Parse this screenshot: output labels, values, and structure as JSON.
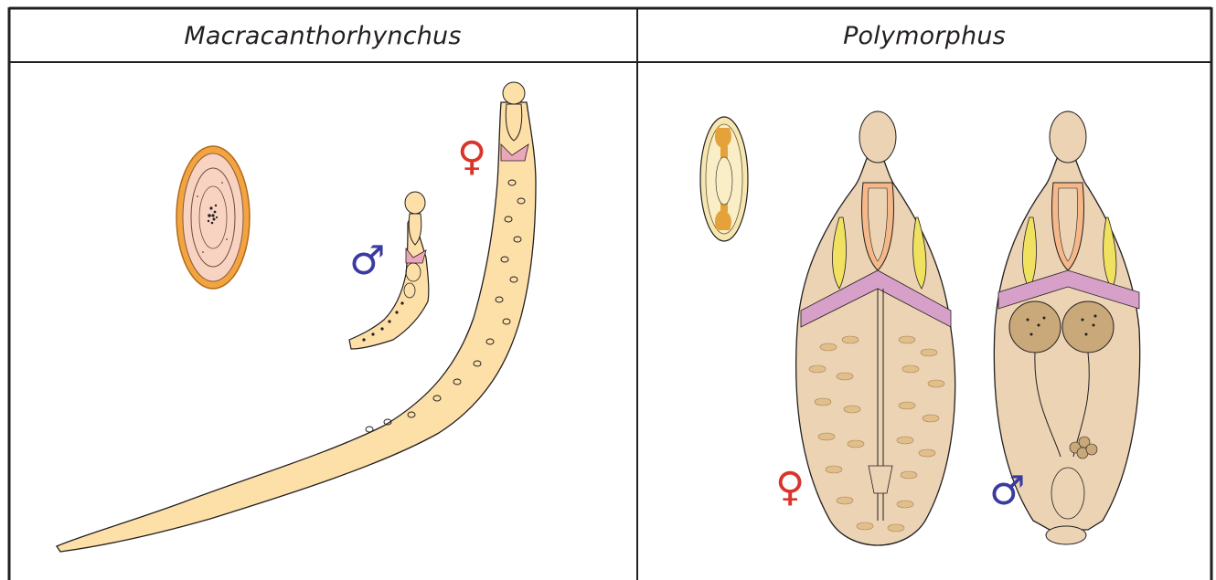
{
  "columns": [
    {
      "title": "Macracanthorhynchus"
    },
    {
      "title": "Polymorphus"
    }
  ],
  "symbols": {
    "female": "♀",
    "male": "♂"
  },
  "colors": {
    "border": "#231f20",
    "worm_body": "#fddfa8",
    "egg_outer": "#f2a441",
    "egg_inner": "#f9d3c2",
    "poly_body": "#ebd3b4",
    "proboscis_sheath": "#f7b889",
    "lemnisci": "#f0e260",
    "muscle_band": "#d7a0c8",
    "egg_cells": "#e2bf8a",
    "testes": "#c9a87a",
    "female_symbol": "#d9352b",
    "male_symbol": "#3b3aa0"
  },
  "icons": [
    "egg-drawing",
    "worm-drawing",
    "female-symbol",
    "male-symbol"
  ]
}
